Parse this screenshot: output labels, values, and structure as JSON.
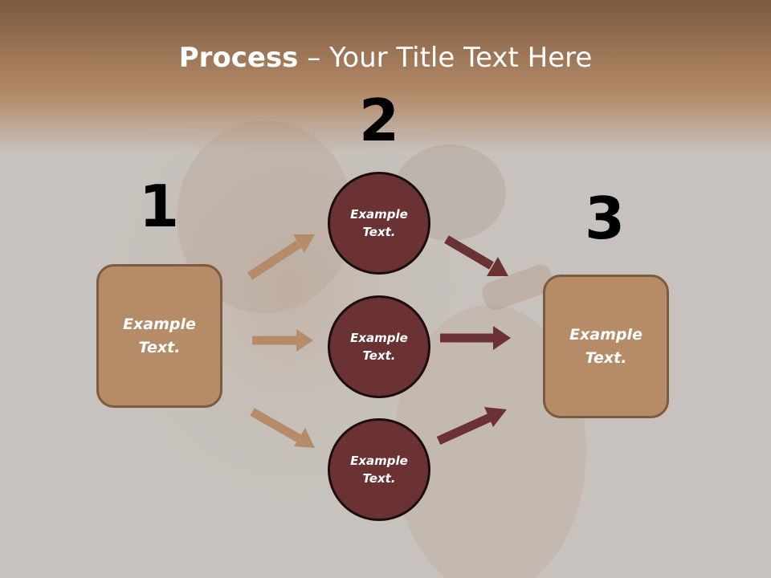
{
  "title": {
    "bold": "Process",
    "rest": " – Your Title Text Here"
  },
  "steps": {
    "one": "1",
    "two": "2",
    "three": "3"
  },
  "left_box": {
    "label": "Example Text."
  },
  "circles": [
    {
      "label": "Example Text."
    },
    {
      "label": "Example Text."
    },
    {
      "label": "Example Text."
    }
  ],
  "right_box": {
    "label": "Example Text."
  },
  "colors": {
    "box_fill": "#b58b68",
    "circle_fill": "#6b3233",
    "arrow_light": "#b58b68",
    "arrow_dark": "#6b3233",
    "title_band": "#a57d5d"
  }
}
